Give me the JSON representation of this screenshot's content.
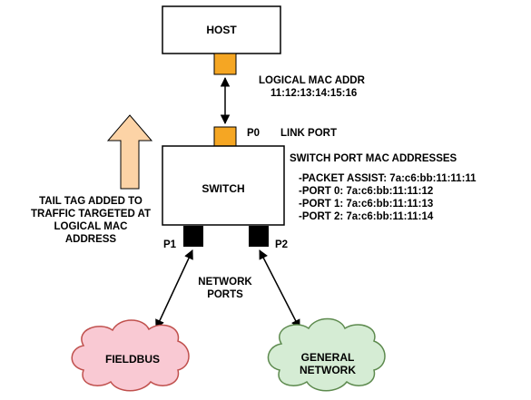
{
  "colors": {
    "box_stroke": "#000000",
    "port_orange": "#f5a623",
    "port_black": "#000000",
    "arrow_fill": "#fcd3a6",
    "cloud_pink": "#f9c9d3",
    "cloud_pink_stroke": "#c0504d",
    "cloud_green": "#d5ecd4",
    "cloud_green_stroke": "#5d8a4e"
  },
  "host": {
    "label": "HOST"
  },
  "switch": {
    "label": "SWITCH"
  },
  "logical_mac": {
    "title": "LOGICAL MAC ADDR",
    "value": "11:12:13:14:15:16"
  },
  "ports": {
    "p0": "P0",
    "p1": "P1",
    "p2": "P2",
    "link_port_label": "LINK PORT"
  },
  "switch_port_macs": {
    "title": "SWITCH PORT MAC ADDRESSES",
    "entries": [
      "-PACKET ASSIST: 7a:c6:bb:11:11:11",
      "-PORT 0: 7a:c6:bb:11:11:12",
      "-PORT 1: 7a:c6:bb:11:11:13",
      "-PORT 2: 7a:c6:bb:11:11:14"
    ]
  },
  "tail_tag": {
    "lines": [
      "TAIL TAG ADDED TO",
      "TRAFFIC TARGETED AT",
      "LOGICAL MAC",
      "ADDRESS"
    ]
  },
  "network_ports": {
    "lines": [
      "NETWORK",
      "PORTS"
    ]
  },
  "clouds": {
    "fieldbus": {
      "label": "FIELDBUS"
    },
    "general": {
      "lines": [
        "GENERAL",
        "NETWORK"
      ]
    }
  }
}
